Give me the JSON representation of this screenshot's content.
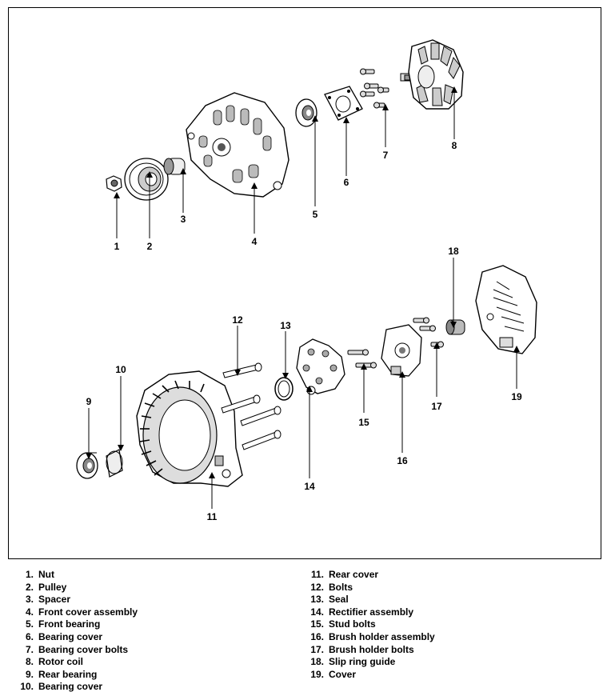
{
  "callouts": [
    "1",
    "2",
    "3",
    "4",
    "5",
    "6",
    "7",
    "8",
    "9",
    "10",
    "11",
    "12",
    "13",
    "14",
    "15",
    "16",
    "17",
    "18",
    "19"
  ],
  "legend": [
    {
      "num": "1.",
      "label": "Nut"
    },
    {
      "num": "2.",
      "label": "Pulley"
    },
    {
      "num": "3.",
      "label": "Spacer"
    },
    {
      "num": "4.",
      "label": "Front cover assembly"
    },
    {
      "num": "5.",
      "label": "Front bearing"
    },
    {
      "num": "6.",
      "label": "Bearing cover"
    },
    {
      "num": "7.",
      "label": "Bearing cover bolts"
    },
    {
      "num": "8.",
      "label": "Rotor coil"
    },
    {
      "num": "9.",
      "label": "Rear bearing"
    },
    {
      "num": "10.",
      "label": "Bearing cover"
    },
    {
      "num": "11.",
      "label": "Rear cover"
    },
    {
      "num": "12.",
      "label": "Bolts"
    },
    {
      "num": "13.",
      "label": "Seal"
    },
    {
      "num": "14.",
      "label": "Rectifier assembly"
    },
    {
      "num": "15.",
      "label": "Stud bolts"
    },
    {
      "num": "16.",
      "label": "Brush holder assembly"
    },
    {
      "num": "17.",
      "label": "Brush holder bolts"
    },
    {
      "num": "18.",
      "label": "Slip ring guide"
    },
    {
      "num": "19.",
      "label": "Cover"
    }
  ]
}
